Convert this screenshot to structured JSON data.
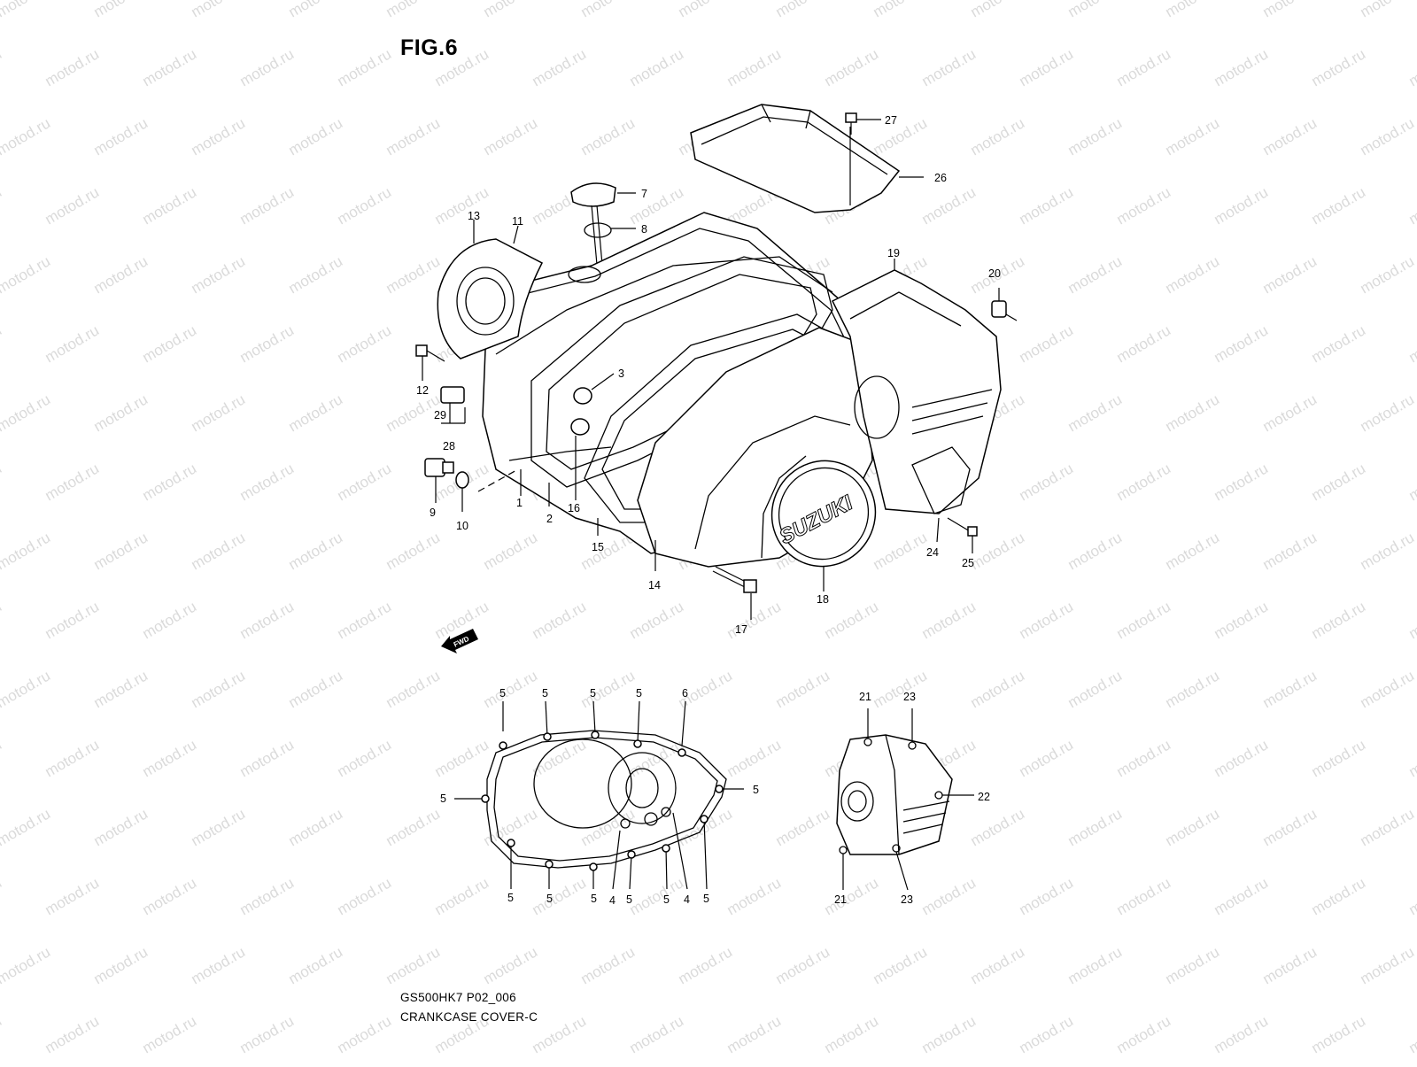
{
  "figure": {
    "title": "FIG.6",
    "code": "GS500HK7 P02_006",
    "name": "CRANKCASE COVER-C"
  },
  "watermark": "motod.ru",
  "fwd_label": "FWD",
  "badge_text": "SUZUKI",
  "callouts": {
    "c1": "1",
    "c2": "2",
    "c3": "3",
    "c7": "7",
    "c8": "8",
    "c9": "9",
    "c10": "10",
    "c11": "11",
    "c12": "12",
    "c13": "13",
    "c14": "14",
    "c15": "15",
    "c16": "16",
    "c17": "17",
    "c18": "18",
    "c19": "19",
    "c20": "20",
    "c24": "24",
    "c25": "25",
    "c26": "26",
    "c27": "27",
    "c28": "28",
    "c29": "29"
  },
  "gasket_callouts": {
    "top": [
      "5",
      "5",
      "5",
      "5",
      "6"
    ],
    "right": "5",
    "left": "5",
    "bottom": [
      "5",
      "5",
      "5",
      "4",
      "5",
      "5",
      "4",
      "5"
    ]
  },
  "small_cover_callouts": {
    "top_left": "21",
    "top_right": "23",
    "right": "22",
    "bottom_left": "21",
    "bottom_right": "23"
  }
}
